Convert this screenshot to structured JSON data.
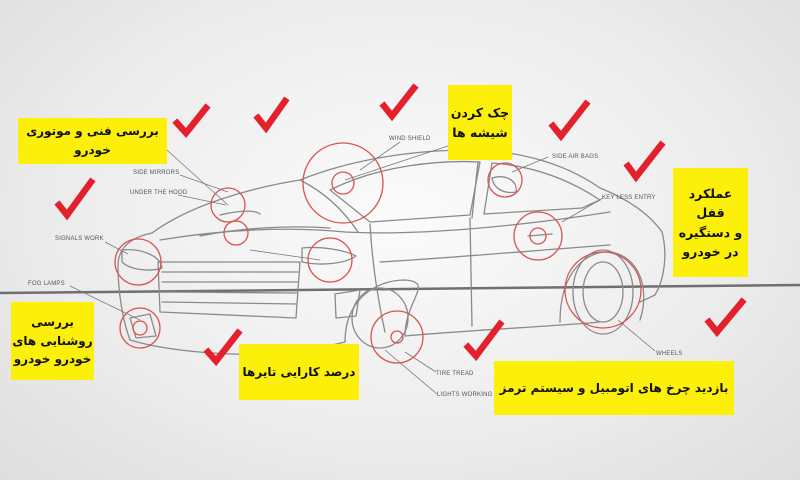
{
  "notes": {
    "engine": "بررسی فنی و موتوری خودرو",
    "glass": "چک کردن\nشیشه ها",
    "locks": "عملکرد قفل\nو دستگیره\nدر  خودرو",
    "lights": "بررسی\nروشنایی های\nخودرو خودرو",
    "tires": "درصد کارایی تایرها",
    "wheels": "بازدید چرخ های اتومبیل و سیستم ترمز"
  },
  "tags": {
    "windshield": "WIND SHIELD",
    "side_mirrors": "SIDE MIRRORS",
    "under_hood": "UNDER THE HOOD",
    "signals": "SIGNALS WORK",
    "fog_lamps": "FOG LAMPS",
    "side_airbags": "SIDE AIR BAGS",
    "keyless": "KEY LESS ENTRY",
    "wheels": "WHEELS",
    "tire_tread": "TIRE TREAD",
    "lights_working": "LIGHTS WORKING"
  },
  "colors": {
    "note_background": "#fcef0a",
    "checkmark": "#e3202b",
    "callout_circle": "#d9534f",
    "car_outline": "#8a8a8a"
  },
  "icons": {
    "checkmark": "checkmark-icon"
  }
}
